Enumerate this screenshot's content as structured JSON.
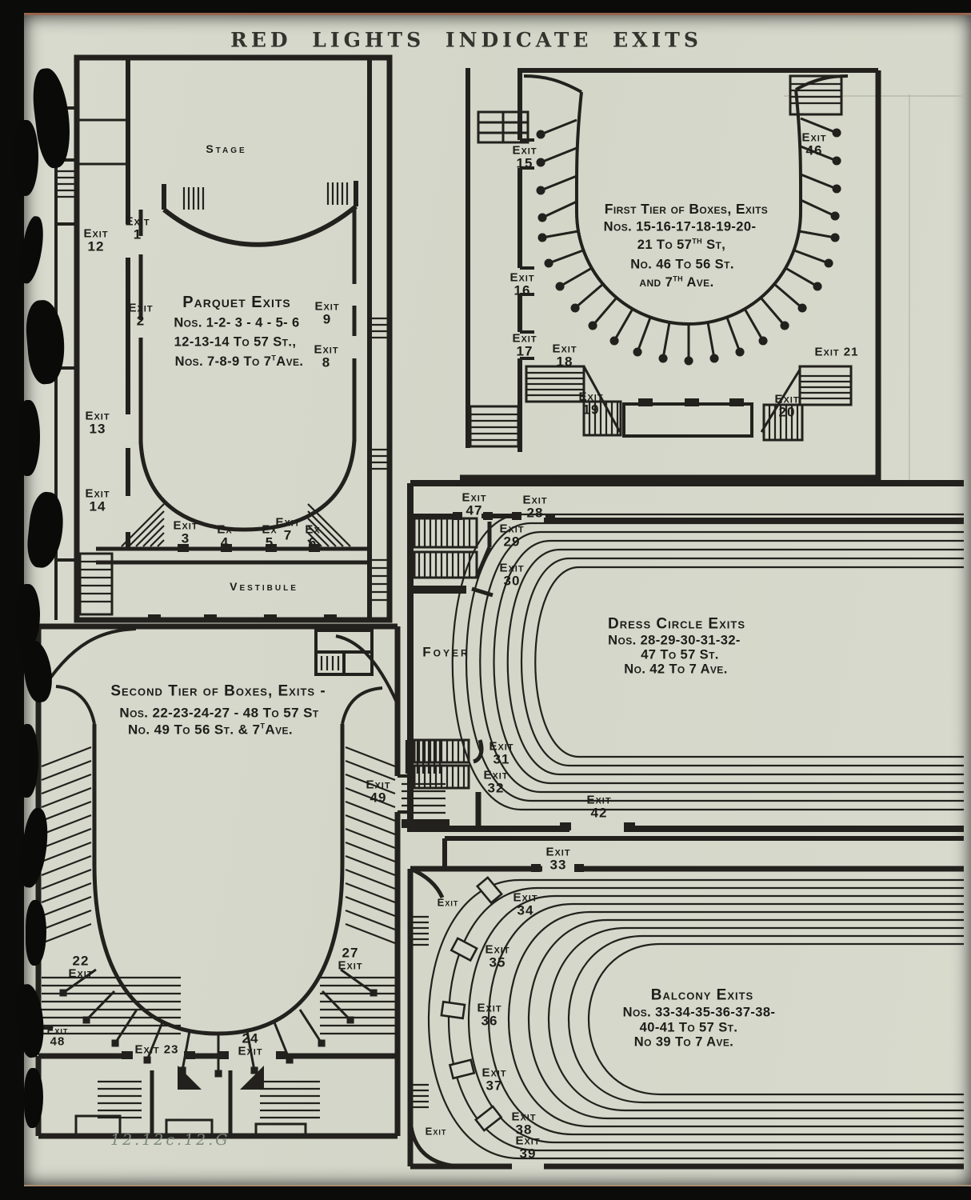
{
  "page": {
    "title": "RED LIGHTS INDICATE EXITS",
    "note": "12.12c.12.G"
  },
  "parquet": {
    "stage": "Stage",
    "vestibule": "Vestibule",
    "heading": "Parquet Exits",
    "l1": "Nos. 1-2- 3 - 4 - 5- 6",
    "l2": "12-13-14  To 57 St.,",
    "l3a": "Nos. 7-8-9  To 7",
    "l3b": "T",
    "l3c": "Ave.",
    "exits": {
      "e1": {
        "w": "Exit",
        "n": "1"
      },
      "e2": {
        "w": "Exit",
        "n": "2"
      },
      "e3": {
        "w": "Exit",
        "n": "3"
      },
      "e4": {
        "w": "Ex",
        "n": "4"
      },
      "e5": {
        "w": "Ex",
        "n": "5"
      },
      "e6": {
        "w": "Ex",
        "n": "6"
      },
      "e7": {
        "w": "Exit",
        "n": "7"
      },
      "e8": {
        "w": "Exit",
        "n": "8"
      },
      "e9": {
        "w": "Exit",
        "n": "9"
      },
      "e12": {
        "w": "Exit",
        "n": "12"
      },
      "e13": {
        "w": "Exit",
        "n": "13"
      },
      "e14": {
        "w": "Exit",
        "n": "14"
      }
    }
  },
  "first_tier": {
    "heading": "First Tier of Boxes, Exits",
    "l1": "Nos. 15-16-17-18-19-20-",
    "l2a": "21 To 57",
    "l2b": "TH",
    "l2c": " St,",
    "l3": "No.  46 To 56 St.",
    "l4a": "and 7",
    "l4b": "TH",
    "l4c": " Ave.",
    "exits": {
      "e15": {
        "w": "Exit",
        "n": "15"
      },
      "e16": {
        "w": "Exit",
        "n": "16"
      },
      "e17": {
        "w": "Exit",
        "n": "17"
      },
      "e18": {
        "w": "Exit",
        "n": "18"
      },
      "e19": {
        "w": "Exit",
        "n": "19"
      },
      "e20": {
        "w": "Exit",
        "n": "20"
      },
      "e21": {
        "w": "Exit 21"
      },
      "e46": {
        "w": "Exit",
        "n": "46"
      }
    }
  },
  "dress_circle": {
    "foyer": "Foyer",
    "heading": "Dress Circle Exits",
    "l1": "Nos. 28-29-30-31-32-",
    "l2": "47 To 57 St.",
    "l3": "No. 42 To  7 Ave.",
    "exits": {
      "e28": {
        "w": "Exit",
        "n": "28"
      },
      "e29": {
        "w": "Exit",
        "n": "29"
      },
      "e30": {
        "w": "Exit",
        "n": "30"
      },
      "e31": {
        "w": "Exit",
        "n": "31"
      },
      "e32": {
        "w": "Exit",
        "n": "32"
      },
      "e42": {
        "w": "Exit",
        "n": "42"
      },
      "e47": {
        "w": "Exit",
        "n": "47"
      }
    }
  },
  "second_tier": {
    "heading": "Second Tier of Boxes, Exits -",
    "l1": "Nos. 22-23-24-27 - 48 To 57 St",
    "l2a": "No.  49 To 56 St. & 7",
    "l2b": "T",
    "l2c": "Ave.",
    "exits": {
      "e22": {
        "w": "Exit",
        "n": "22"
      },
      "e23": {
        "w": "Exit 23"
      },
      "e24": {
        "w": "Exit",
        "n": "24"
      },
      "e27": {
        "w": "Exit",
        "n": "27"
      },
      "e48": {
        "w": "Exit",
        "n": "48"
      },
      "e49": {
        "w": "Exit",
        "n": "49"
      }
    }
  },
  "balcony": {
    "heading": "Balcony Exits",
    "l1": "Nos. 33-34-35-36-37-38-",
    "l2": "40-41 To 57 St.",
    "l3": "No 39 To 7 Ave.",
    "side_exit": "Exit",
    "corner_exit": "Exit",
    "exits": {
      "e33": {
        "w": "Exit",
        "n": "33"
      },
      "e34": {
        "w": "Exit",
        "n": "34"
      },
      "e35": {
        "w": "Exit",
        "n": "35"
      },
      "e36": {
        "w": "Exit",
        "n": "36"
      },
      "e37": {
        "w": "Exit",
        "n": "37"
      },
      "e38": {
        "w": "Exit",
        "n": "38"
      },
      "e39": {
        "w": "Exit",
        "n": "39"
      }
    }
  }
}
